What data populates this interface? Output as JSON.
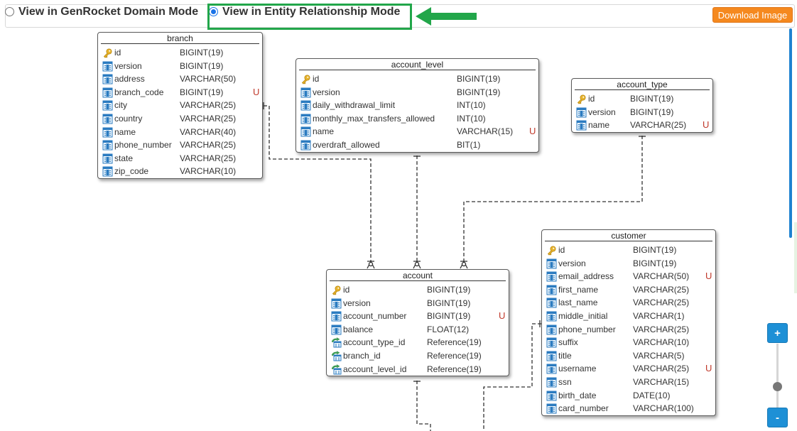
{
  "toolbar": {
    "mode_domain_label": "View in GenRocket Domain Mode",
    "mode_er_label": "View in Entity Relationship Mode",
    "download_label": "Download Image"
  },
  "colors": {
    "accent_blue": "#1e90d6",
    "download_orange": "#f5891f",
    "highlight_green": "#22a64a",
    "unique_red": "#c0392b"
  },
  "entities": {
    "branch": {
      "title": "branch",
      "fields": [
        {
          "icon": "key-icon",
          "name": "id",
          "type": "BIGINT(19)",
          "unique": ""
        },
        {
          "icon": "column-icon",
          "name": "version",
          "type": "BIGINT(19)",
          "unique": ""
        },
        {
          "icon": "column-icon",
          "name": "address",
          "type": "VARCHAR(50)",
          "unique": ""
        },
        {
          "icon": "column-icon",
          "name": "branch_code",
          "type": "BIGINT(19)",
          "unique": "U"
        },
        {
          "icon": "column-icon",
          "name": "city",
          "type": "VARCHAR(25)",
          "unique": ""
        },
        {
          "icon": "column-icon",
          "name": "country",
          "type": "VARCHAR(25)",
          "unique": ""
        },
        {
          "icon": "column-icon",
          "name": "name",
          "type": "VARCHAR(40)",
          "unique": ""
        },
        {
          "icon": "column-icon",
          "name": "phone_number",
          "type": "VARCHAR(25)",
          "unique": ""
        },
        {
          "icon": "column-icon",
          "name": "state",
          "type": "VARCHAR(25)",
          "unique": ""
        },
        {
          "icon": "column-icon",
          "name": "zip_code",
          "type": "VARCHAR(10)",
          "unique": ""
        }
      ]
    },
    "account_level": {
      "title": "account_level",
      "fields": [
        {
          "icon": "key-icon",
          "name": "id",
          "type": "BIGINT(19)",
          "unique": ""
        },
        {
          "icon": "column-icon",
          "name": "version",
          "type": "BIGINT(19)",
          "unique": ""
        },
        {
          "icon": "column-icon",
          "name": "daily_withdrawal_limit",
          "type": "INT(10)",
          "unique": ""
        },
        {
          "icon": "column-icon",
          "name": "monthly_max_transfers_allowed",
          "type": "INT(10)",
          "unique": ""
        },
        {
          "icon": "column-icon",
          "name": "name",
          "type": "VARCHAR(15)",
          "unique": "U"
        },
        {
          "icon": "column-icon",
          "name": "overdraft_allowed",
          "type": "BIT(1)",
          "unique": ""
        }
      ]
    },
    "account_type": {
      "title": "account_type",
      "fields": [
        {
          "icon": "key-icon",
          "name": "id",
          "type": "BIGINT(19)",
          "unique": ""
        },
        {
          "icon": "column-icon",
          "name": "version",
          "type": "BIGINT(19)",
          "unique": ""
        },
        {
          "icon": "column-icon",
          "name": "name",
          "type": "VARCHAR(25)",
          "unique": "U"
        }
      ]
    },
    "account": {
      "title": "account",
      "fields": [
        {
          "icon": "key-icon",
          "name": "id",
          "type": "BIGINT(19)",
          "unique": ""
        },
        {
          "icon": "column-icon",
          "name": "version",
          "type": "BIGINT(19)",
          "unique": ""
        },
        {
          "icon": "column-icon",
          "name": "account_number",
          "type": "BIGINT(19)",
          "unique": "U"
        },
        {
          "icon": "column-icon",
          "name": "balance",
          "type": "FLOAT(12)",
          "unique": ""
        },
        {
          "icon": "reference-icon",
          "name": "account_type_id",
          "type": "Reference(19)",
          "unique": ""
        },
        {
          "icon": "reference-icon",
          "name": "branch_id",
          "type": "Reference(19)",
          "unique": ""
        },
        {
          "icon": "reference-icon",
          "name": "account_level_id",
          "type": "Reference(19)",
          "unique": ""
        }
      ]
    },
    "customer": {
      "title": "customer",
      "fields": [
        {
          "icon": "key-icon",
          "name": "id",
          "type": "BIGINT(19)",
          "unique": ""
        },
        {
          "icon": "column-icon",
          "name": "version",
          "type": "BIGINT(19)",
          "unique": ""
        },
        {
          "icon": "column-icon",
          "name": "email_address",
          "type": "VARCHAR(50)",
          "unique": "U"
        },
        {
          "icon": "column-icon",
          "name": "first_name",
          "type": "VARCHAR(25)",
          "unique": ""
        },
        {
          "icon": "column-icon",
          "name": "last_name",
          "type": "VARCHAR(25)",
          "unique": ""
        },
        {
          "icon": "column-icon",
          "name": "middle_initial",
          "type": "VARCHAR(1)",
          "unique": ""
        },
        {
          "icon": "column-icon",
          "name": "phone_number",
          "type": "VARCHAR(25)",
          "unique": ""
        },
        {
          "icon": "column-icon",
          "name": "suffix",
          "type": "VARCHAR(10)",
          "unique": ""
        },
        {
          "icon": "column-icon",
          "name": "title",
          "type": "VARCHAR(5)",
          "unique": ""
        },
        {
          "icon": "column-icon",
          "name": "username",
          "type": "VARCHAR(25)",
          "unique": "U"
        },
        {
          "icon": "column-icon",
          "name": "ssn",
          "type": "VARCHAR(15)",
          "unique": ""
        },
        {
          "icon": "column-icon",
          "name": "birth_date",
          "type": "DATE(10)",
          "unique": ""
        },
        {
          "icon": "column-icon",
          "name": "card_number",
          "type": "VARCHAR(100)",
          "unique": ""
        }
      ]
    }
  },
  "zoom": {
    "plus_label": "+",
    "minus_label": "-"
  }
}
